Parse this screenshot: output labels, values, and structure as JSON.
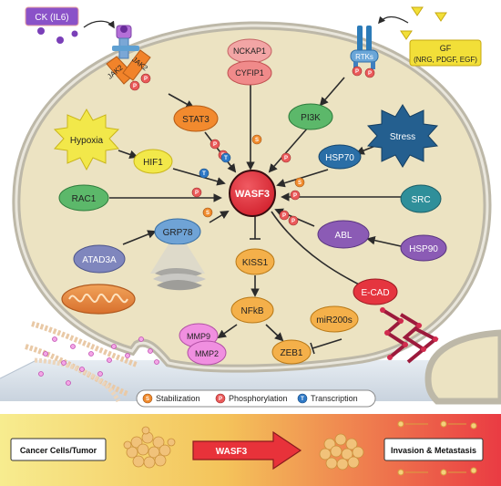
{
  "labels": {
    "ck": "CK (IL6)",
    "gf_line1": "GF",
    "gf_line2": "(NRG, PDGF, EGF)",
    "jak2_left": "JAK2",
    "jak2_right": "JAK2",
    "rtks": "RTKs",
    "nckap1": "NCKAP1",
    "cyfip1": "CYFIP1",
    "stat3": "STAT3",
    "pi3k": "PI3K",
    "hypoxia": "Hypoxia",
    "stress": "Stress",
    "hif1": "HIF1",
    "hsp70": "HSP70",
    "wasf3": "WASF3",
    "rac1": "RAC1",
    "src": "SRC",
    "grp78": "GRP78",
    "abl": "ABL",
    "hsp90": "HSP90",
    "atad3a": "ATAD3A",
    "kiss1": "KISS1",
    "ecad": "E-CAD",
    "nfkb": "NFkB",
    "mmp9": "MMP9",
    "mmp2": "MMP2",
    "zeb1": "ZEB1",
    "mir200s": "miR200s"
  },
  "marks": {
    "s": "S",
    "p": "P",
    "t": "T"
  },
  "legend": {
    "stabilization": "Stabilization",
    "phosphorylation": "Phosphorylation",
    "transcription": "Transcription"
  },
  "bottom": {
    "cancer_cells": "Cancer Cells/Tumor",
    "wasf3": "WASF3",
    "invasion": "Invasion & Metastasis"
  },
  "colors": {
    "cell_fill": "#ede4c4",
    "wasf3_red": "#e52f3a",
    "p_badge": "#ea5a5a",
    "s_badge": "#f08a2c",
    "t_badge": "#2f79c6",
    "bottom_gradient_start": "#f6e98a",
    "bottom_gradient_end": "#ea3a42"
  }
}
